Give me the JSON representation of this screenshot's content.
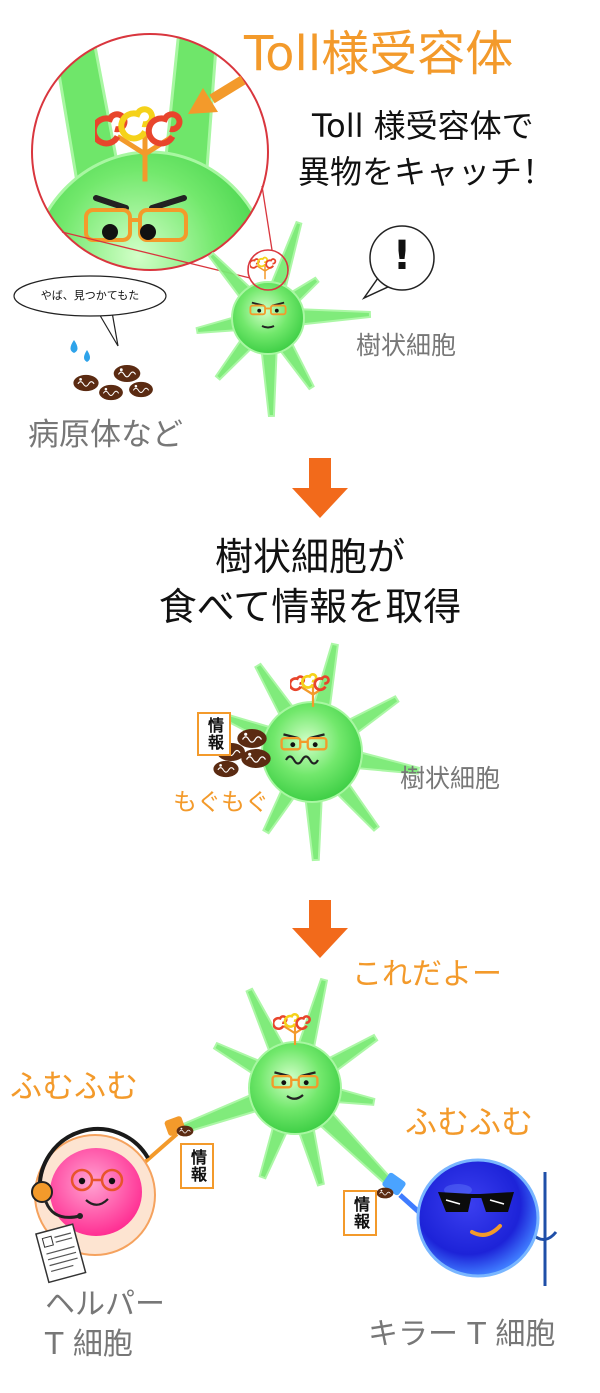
{
  "toll_title": "Toll様受容体",
  "catch_text": [
    "Toll 様受容体で",
    "異物をキャッチ！"
  ],
  "exclaim": "!",
  "pathogen_speech": "やば、見つかてもた",
  "dendritic_label_1": "樹状細胞",
  "pathogen_label": "病原体など",
  "step2_text": [
    "樹状細胞が",
    "食べて情報を取得"
  ],
  "info_tag": "情報",
  "chewing": "もぐもぐ",
  "dendritic_label_2": "樹状細胞",
  "presenting": "これだよー",
  "helper_reaction": "ふむふむ",
  "killer_reaction": "ふむふむ",
  "helper_label": [
    "ヘルパー",
    "T 細胞"
  ],
  "killer_label": "キラー T 細胞",
  "icons": [
    "magnifier-highlight",
    "toll-receptor-icon",
    "pathogen-icon",
    "down-arrow-icon",
    "headset-icon",
    "clipboard-icon",
    "sunglasses-icon",
    "moon-staff-icon"
  ],
  "colors": {
    "accent_orange": "#f39a2b",
    "arrow_orange": "#f26a1b",
    "label_gray": "#777777",
    "cell_green": "#5fdc5f",
    "highlight_red": "#d9363e",
    "helper_pink": "#ff3f9e",
    "killer_blue": "#1d23d8"
  }
}
